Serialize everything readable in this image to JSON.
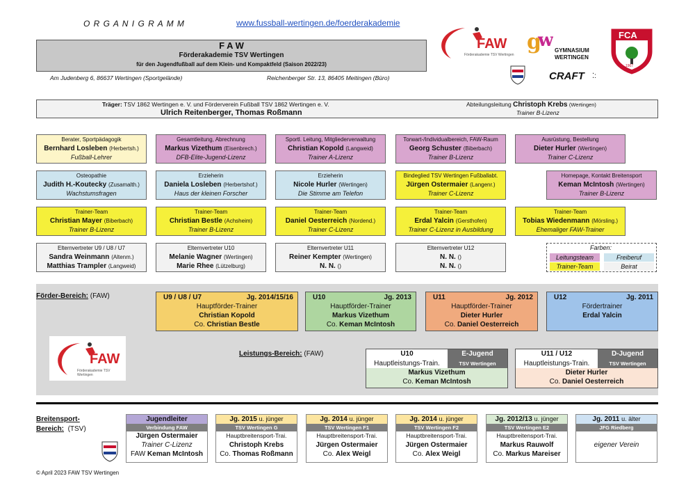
{
  "header": {
    "organigramm": "O R G A N I G R A M M",
    "url": "www.fussball-wertingen.de/foerderakademie",
    "faw_title": "F A W",
    "faw_sub": "Förderakademie TSV Wertingen",
    "faw_desc": "für den Jugendfußball auf dem Klein- und Kompaktfeld  (Saison 2022/23)",
    "address_left": "Am Judenberg 6, 86637 Wertingen (Sportgelände)",
    "address_right": "Reichenberger Str. 13, 86405 Meitingen (Büro)"
  },
  "logos": {
    "faw_text": "FAW",
    "faw_caption": "Förderakademie TSV Wertingen",
    "gym_line1": "GYMNASIUM",
    "gym_line2": "WERTINGEN",
    "craft": "CRAFT",
    "fca": "FCA",
    "fca_year": "1907"
  },
  "traeger": {
    "label": "Träger:",
    "text": "TSV 1862 Wertingen e. V. und Förderverein Fußball TSV 1862 Wertingen e. V.",
    "names": "Ulrich Reitenberger, Thomas Roßmann",
    "abt_label": "Abteilungsleitung",
    "abt_name": "Christoph Krebs",
    "abt_loc": "(Wertingen)",
    "abt_sub": "Trainer B-Lizenz"
  },
  "row1": [
    {
      "role": "Berater, Sportpädagogik",
      "name": "Bernhard Losleben",
      "loc": "(Herbertsh.)",
      "sub": "Fußball-Lehrer"
    },
    {
      "role": "Gesamtleitung, Abrechnung",
      "name": "Markus Vizethum",
      "loc": "(Eisenbrech.)",
      "sub": "DFB-Elite-Jugend-Lizenz"
    },
    {
      "role": "Sportl. Leitung, Mitgliederverwaltung",
      "name": "Christian Kopold",
      "loc": "(Langweid)",
      "sub": "Trainer A-Lizenz"
    },
    {
      "role": "Torwart-/Individualbereich, FAW-Raum",
      "name": "Georg Schuster",
      "loc": "(Biberbach)",
      "sub": "Trainer B-Lizenz"
    },
    {
      "role": "Ausrüstung, Bestellung",
      "name": "Dieter Hurler",
      "loc": "(Wertingen)",
      "sub": "Trainer C-Lizenz"
    }
  ],
  "row2": [
    {
      "role": "Osteopathie",
      "name": "Judith H.-Koutecky",
      "loc": "(Zusamalth.)",
      "sub": "Wachstumsfragen"
    },
    {
      "role": "Erzieherin",
      "name": "Daniela Losleben",
      "loc": "(Herbertshof.)",
      "sub": "Haus der kleinen Forscher"
    },
    {
      "role": "Erzieherin",
      "name": "Nicole Hurler",
      "loc": "(Wertingen)",
      "sub": "Die Stimme am Telefon"
    },
    {
      "role": "Bindeglied TSV Wertingen Fußballabt.",
      "name": "Jürgen Ostermaier",
      "loc": "(Langenr.)",
      "sub": "Trainer C-Lizenz"
    },
    {
      "role": "Homepage, Kontakt Breitensport",
      "name": "Keman McIntosh",
      "loc": "(Wertingen)",
      "sub": "Trainer B-Lizenz"
    }
  ],
  "row3": [
    {
      "role": "Trainer-Team",
      "name": "Christian Mayer",
      "loc": "(Biberbach)",
      "sub": "Trainer B-Lizenz"
    },
    {
      "role": "Trainer-Team",
      "name": "Christian Bestle",
      "loc": "(Achsheim)",
      "sub": "Trainer B-Lizenz"
    },
    {
      "role": "Trainer-Team",
      "name": "Daniel Oesterreich",
      "loc": "(Nordend.)",
      "sub": "Trainer C-Lizenz"
    },
    {
      "role": "Trainer-Team",
      "name": "Erdal Yalcin",
      "loc": "(Gersthofen)",
      "sub": "Trainer C-Lizenz in Ausbildung"
    },
    {
      "role": "Trainer-Team",
      "name": "Tobias Wiedenmann",
      "loc": "(Mörsling.)",
      "sub": "Ehemaliger FAW-Trainer"
    }
  ],
  "row4": [
    {
      "role": "Elternvertreter U9 / U8 / U7",
      "n1": "Sandra Weinmann",
      "l1": "(Altenm.)",
      "n2": "Matthias Trampler",
      "l2": "(Langweid)"
    },
    {
      "role": "Elternvertreter U10",
      "n1": "Melanie Wagner",
      "l1": "(Wertingen)",
      "n2": "Marie Rhee",
      "l2": "(Lützelburg)"
    },
    {
      "role": "Elternvertreter U11",
      "n1": "Reiner Kempter",
      "l1": "(Wertingen)",
      "n2": "N. N.",
      "l2": "()"
    },
    {
      "role": "Elternvertreter U12",
      "n1": "N. N.",
      "l1": "()",
      "n2": "N. N.",
      "l2": "()"
    }
  ],
  "legend": {
    "title": "Farben:",
    "leitung": "Leitungsteam",
    "freiberuf": "Freiberuf",
    "trainer": "Trainer-Team",
    "beirat": "Beirat"
  },
  "foerder": {
    "label": "Förder-Bereich:",
    "faw": "(FAW)",
    "boxes": [
      {
        "age": "U9 / U8 / U7",
        "year": "Jg. 2014/15/16",
        "role": "Hauptförder-Trainer",
        "name": "Christian Kopold",
        "co": "Co.",
        "coname": "Christian Bestle"
      },
      {
        "age": "U10",
        "year": "Jg. 2013",
        "role": "Hauptförder-Trainer",
        "name": "Markus Vizethum",
        "co": "Co.",
        "coname": "Keman McIntosh"
      },
      {
        "age": "U11",
        "year": "Jg. 2012",
        "role": "Hauptförder-Trainer",
        "name": "Dieter Hurler",
        "co": "Co.",
        "coname": "Daniel Oesterreich"
      },
      {
        "age": "U12",
        "year": "Jg. 2011",
        "role": "Fördertrainer",
        "name": "Erdal Yalcin",
        "co": "",
        "coname": ""
      }
    ]
  },
  "leistung": {
    "label": "Leistungs-Bereich:",
    "faw": "(FAW)",
    "boxes": [
      {
        "age": "U10",
        "team": "E-Jugend",
        "teamsub": "TSV Wertingen",
        "role": "Hauptleistungs-Train.",
        "name": "Markus Vizethum",
        "co": "Co.",
        "coname": "Keman McIntosh"
      },
      {
        "age": "U11 / U12",
        "team": "D-Jugend",
        "teamsub": "TSV Wertingen",
        "role": "Hauptleistungs-Train.",
        "name": "Dieter Hurler",
        "co": "Co.",
        "coname": "Daniel Oesterreich"
      }
    ]
  },
  "breiten": {
    "label1": "Breitensport-",
    "label2": "Bereich:",
    "tsv": "(TSV)",
    "boxes": [
      {
        "h1": "Jugendleiter",
        "h1s": "",
        "h2": "Verbindung FAW",
        "l1": "Jürgen Ostermaier",
        "l2": "Trainer C-Lizenz",
        "l3a": "FAW",
        "l3b": "Keman McIntosh"
      },
      {
        "h1": "Jg. 2015",
        "h1s": "u. jünger",
        "h2": "TSV Wertingen G",
        "l1": "Hauptbreitensport-Trai.",
        "l2": "Christoph Krebs",
        "l3a": "Co.",
        "l3b": "Thomas Roßmann"
      },
      {
        "h1": "Jg. 2014",
        "h1s": "u. jünger",
        "h2": "TSV Wertingen F1",
        "l1": "Hauptbreitensport-Trai.",
        "l2": "Jürgen Ostermaier",
        "l3a": "Co.",
        "l3b": "Alex Weigl"
      },
      {
        "h1": "Jg. 2014",
        "h1s": "u. jünger",
        "h2": "TSV Wertingen F2",
        "l1": "Hauptbreitensport-Trai.",
        "l2": "Jürgen Ostermaier",
        "l3a": "Co.",
        "l3b": "Alex Weigl"
      },
      {
        "h1": "Jg. 2012/13",
        "h1s": "u. jünger",
        "h2": "TSV Wertingen E2",
        "l1": "Hauptbreitensport-Trai.",
        "l2": "Markus Rauwolf",
        "l3a": "Co.",
        "l3b": "Markus Mareiser"
      },
      {
        "h1": "Jg. 2011",
        "h1s": "u. älter",
        "h2": "JFG Riedberg",
        "l1": "",
        "l2": "eigener Verein",
        "l3a": "",
        "l3b": ""
      }
    ]
  },
  "footer": "© April 2023 FAW TSV Wertingen"
}
